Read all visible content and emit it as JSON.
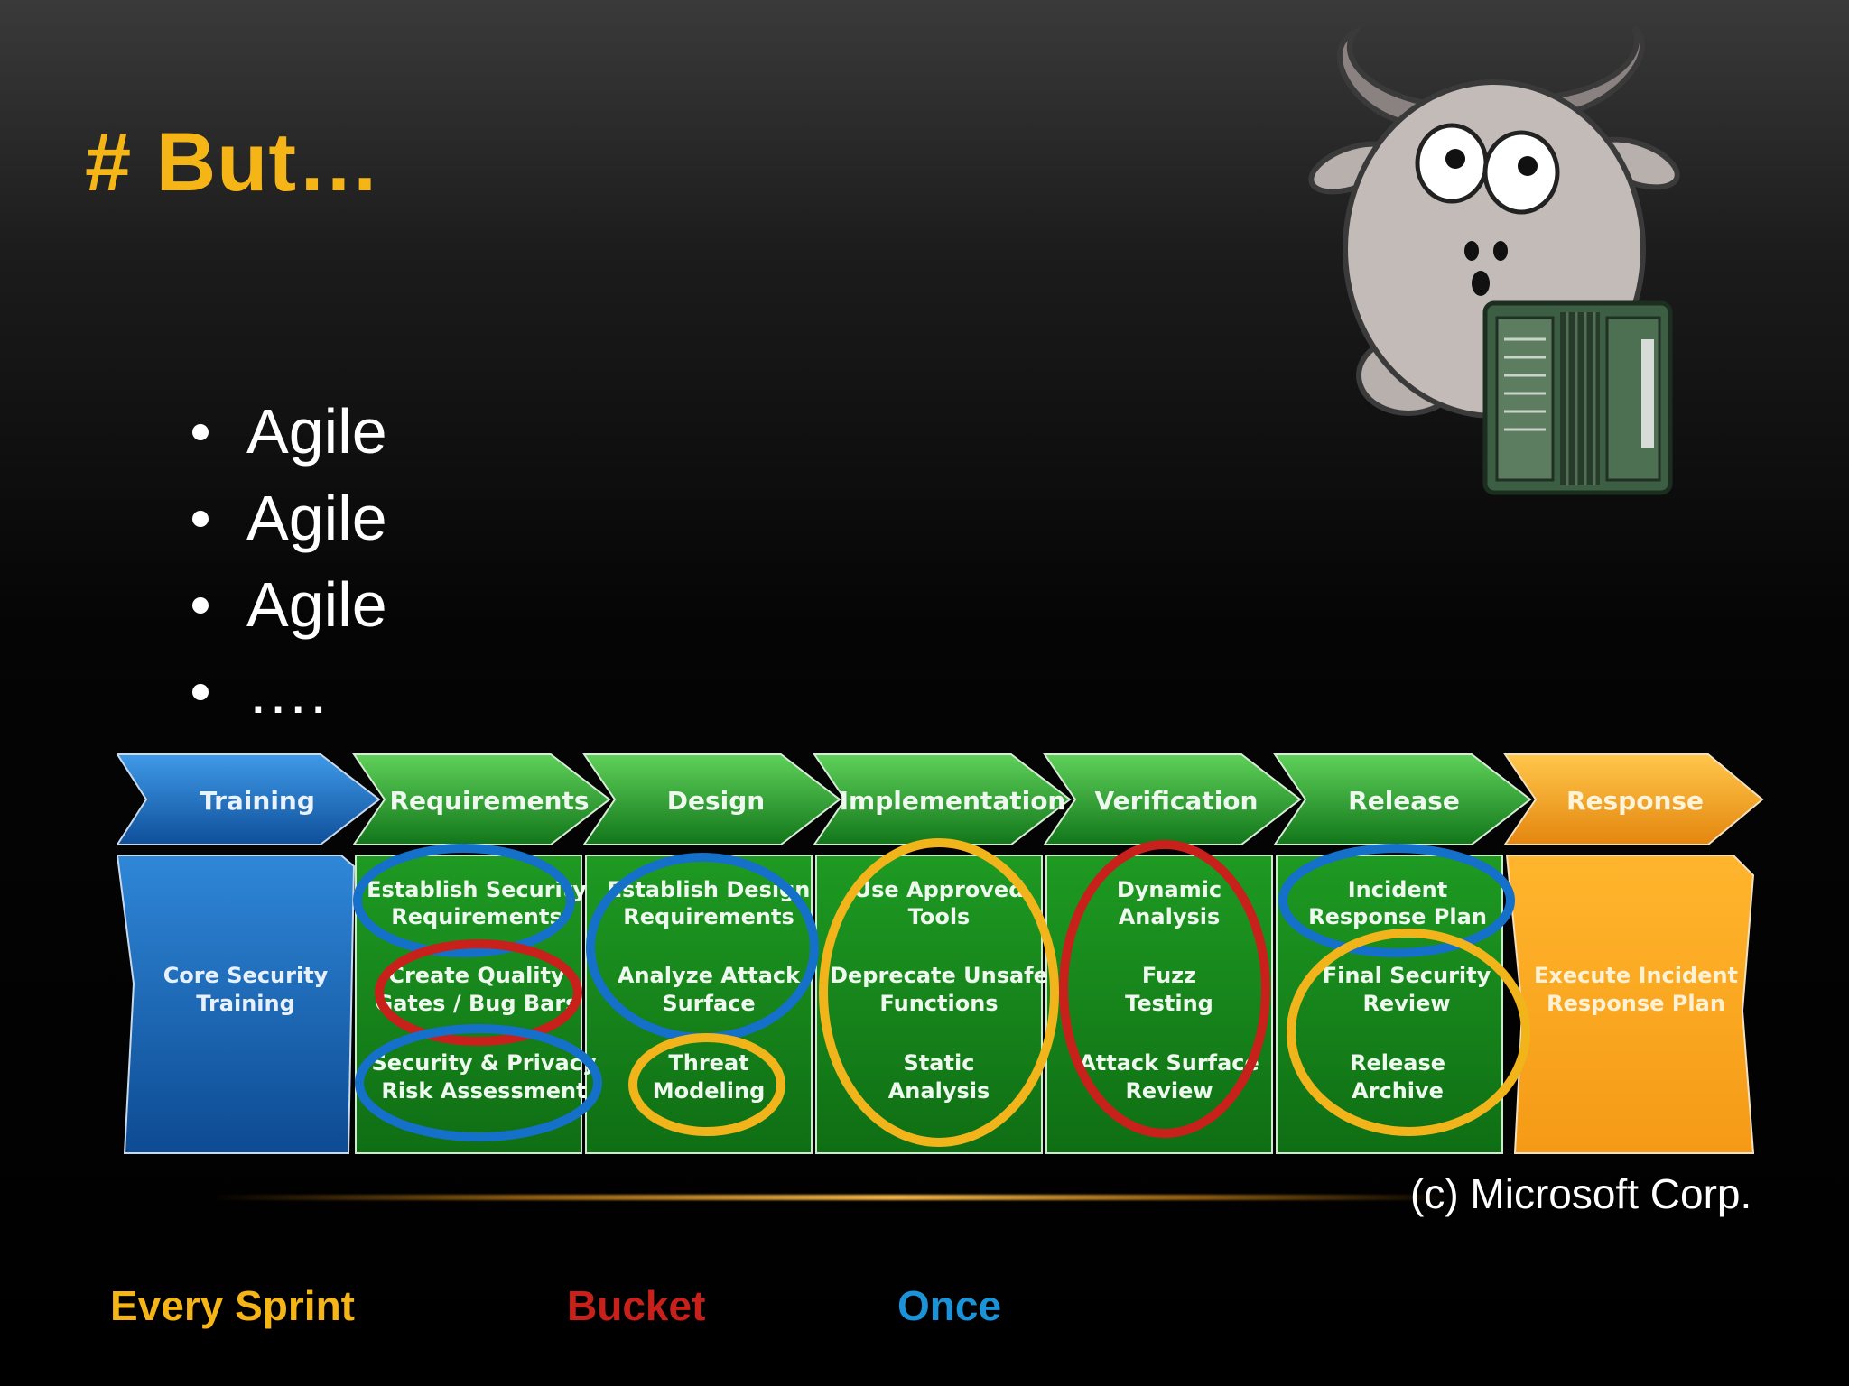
{
  "slide": {
    "title": "# But…",
    "bullets": [
      "Agile",
      "Agile",
      "Agile",
      "…."
    ]
  },
  "sdl_diagram": {
    "phases": [
      {
        "label": "Training",
        "color": "#1f6fc4"
      },
      {
        "label": "Requirements",
        "color": "#27a02b"
      },
      {
        "label": "Design",
        "color": "#27a02b"
      },
      {
        "label": "Implementation",
        "color": "#27a02b"
      },
      {
        "label": "Verification",
        "color": "#27a02b"
      },
      {
        "label": "Release",
        "color": "#27a02b"
      },
      {
        "label": "Response",
        "color": "#f4a41d"
      }
    ],
    "items": {
      "training": [
        "Core Security",
        "Training"
      ],
      "req1": [
        "Establish Security",
        "Requirements"
      ],
      "req2": [
        "Create Quality",
        "Gates / Bug Bars"
      ],
      "req3": [
        "Security & Privacy",
        "Risk Assessment"
      ],
      "des1": [
        "Establish Design",
        "Requirements"
      ],
      "des2": [
        "Analyze Attack",
        "Surface"
      ],
      "des3": [
        "Threat",
        "Modeling"
      ],
      "impl1": [
        "Use Approved",
        "Tools"
      ],
      "impl2": [
        "Deprecate Unsafe",
        "Functions"
      ],
      "impl3": [
        "Static",
        "Analysis"
      ],
      "ver1": [
        "Dynamic",
        "Analysis"
      ],
      "ver2": [
        "Fuzz",
        "Testing"
      ],
      "ver3": [
        "Attack Surface",
        "Review"
      ],
      "rel1": [
        "Incident",
        "Response Plan"
      ],
      "rel2": [
        "Final Security",
        "Review"
      ],
      "rel3": [
        "Release",
        "Archive"
      ],
      "resp1": [
        "Execute Incident",
        "Response Plan"
      ]
    },
    "copyright": "(c) Microsoft Corp."
  },
  "legend": {
    "every_sprint": {
      "label": "Every Sprint",
      "color": "#f5b516"
    },
    "bucket": {
      "label": "Bucket",
      "color": "#c8201b"
    },
    "once": {
      "label": "Once",
      "color": "#1b93d8"
    }
  },
  "illustration": {
    "icon": "goat-with-accordion-icon"
  }
}
